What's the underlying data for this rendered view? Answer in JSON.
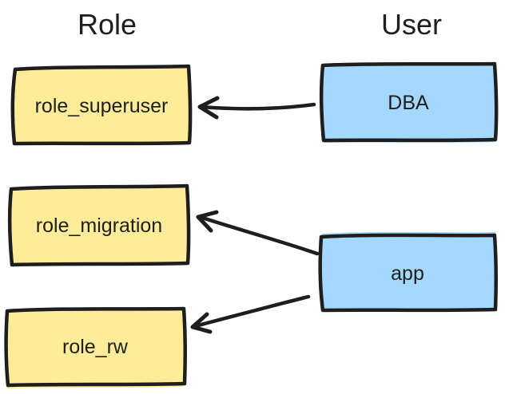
{
  "diagram": {
    "columns": [
      {
        "title": "Role"
      },
      {
        "title": "User"
      }
    ],
    "roles": [
      {
        "label": "role_superuser"
      },
      {
        "label": "role_migration"
      },
      {
        "label": "role_rw"
      }
    ],
    "users": [
      {
        "label": "DBA"
      },
      {
        "label": "app"
      }
    ],
    "edges": [
      {
        "from": "DBA",
        "to": "role_superuser"
      },
      {
        "from": "app",
        "to": "role_migration"
      },
      {
        "from": "app",
        "to": "role_rw"
      }
    ],
    "colors": {
      "role_fill": "#ffec99",
      "user_fill": "#a5d8ff",
      "stroke": "#1e1e1e",
      "background": "#ffffff",
      "text": "#1e1e1e"
    }
  }
}
